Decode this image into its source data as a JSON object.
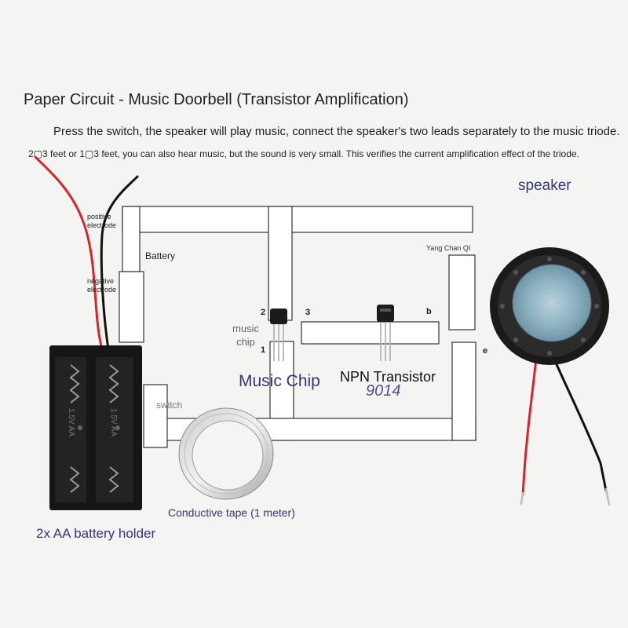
{
  "header": {
    "title": "Paper Circuit - Music Doorbell (Transistor Amplification)",
    "intro_line1": "Press the switch, the speaker will play music, connect the speaker's two leads separately to the music triode.",
    "intro_line2": "2▢3 feet or 1▢3 feet, you can also hear music, but the sound is very small. This verifies the current amplification effect of the triode."
  },
  "labels": {
    "positive_line1": "positive",
    "positive_line2": "electrode",
    "negative_line1": "negative",
    "negative_line2": "electrode",
    "battery": "Battery",
    "switch": "switch",
    "music_chip_small_line1": "music",
    "music_chip_small_line2": "chip",
    "pin_2": "2",
    "pin_3": "3",
    "pin_1": "1",
    "pin_b": "b",
    "pin_e": "e",
    "yang_chan": "Yang Chan QI",
    "music_chip_big": "Music Chip",
    "npn_transistor": "NPN Transistor",
    "transistor_model": "9014",
    "speaker": "speaker",
    "conductive_tape": "Conductive tape (1 meter)",
    "battery_holder": "2x AA battery holder",
    "holder_marking_1": "1.5V AA",
    "holder_marking_2": "1.5V AA"
  },
  "colors": {
    "accent_blue": "#34357a",
    "wire_red": "#d8242a",
    "wire_black": "#111111"
  }
}
